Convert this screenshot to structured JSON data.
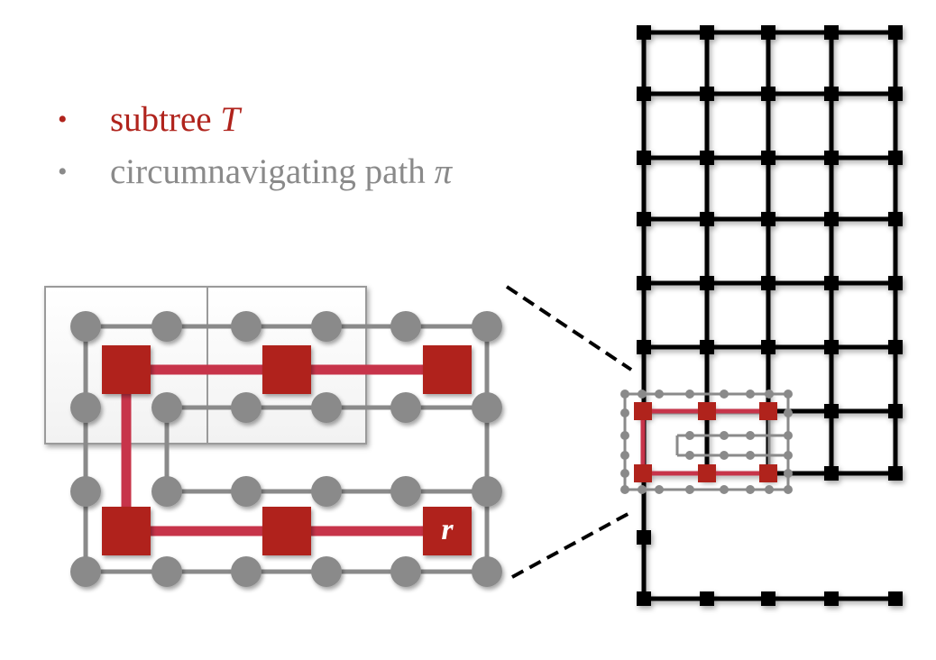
{
  "legend": {
    "items": [
      {
        "bullet": "•",
        "text": "subtree ",
        "symbol": "T",
        "color": "#b0231c"
      },
      {
        "bullet": "•",
        "text": "circumnavigating path ",
        "symbol": "π",
        "color": "#8a8a8a"
      }
    ]
  },
  "zoom": {
    "root_label": "r"
  },
  "colors": {
    "tree": "#b0231c",
    "tree_edge": "#c7344a",
    "path": "#8a8a8a",
    "grid": "#000000",
    "dash": "#000000"
  }
}
